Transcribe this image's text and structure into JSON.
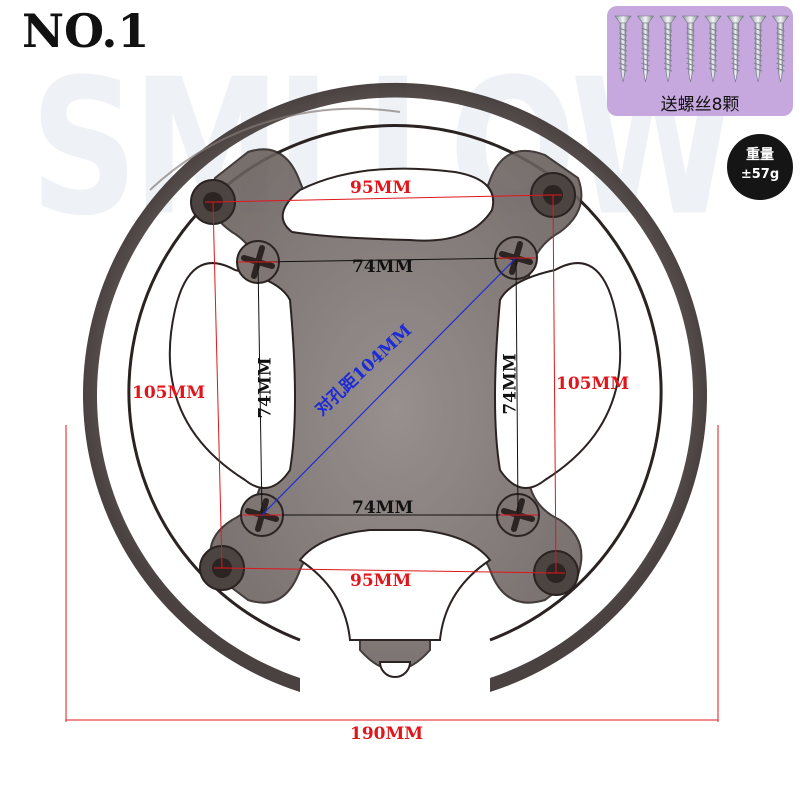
{
  "title": "NO.1",
  "watermark": "SMLLOW",
  "screw_badge": {
    "label": "送螺丝8颗",
    "screw_count": 8,
    "background": "#c6a8de"
  },
  "weight_badge": {
    "line1": "重量",
    "line2": "±57g"
  },
  "dimensions": {
    "top_outer": "95MM",
    "top_inner": "74MM",
    "left_outer": "105MM",
    "left_inner": "74MM",
    "diagonal": "对孔距104MM",
    "right_inner": "74MM",
    "right_outer": "105MM",
    "bottom_inner": "74MM",
    "bottom_outer": "95MM",
    "total_width": "190MM"
  },
  "colors": {
    "guard": "#4a3f3c",
    "dimension_red": "#e0161b",
    "diagonal_blue": "#1d2bd6"
  }
}
